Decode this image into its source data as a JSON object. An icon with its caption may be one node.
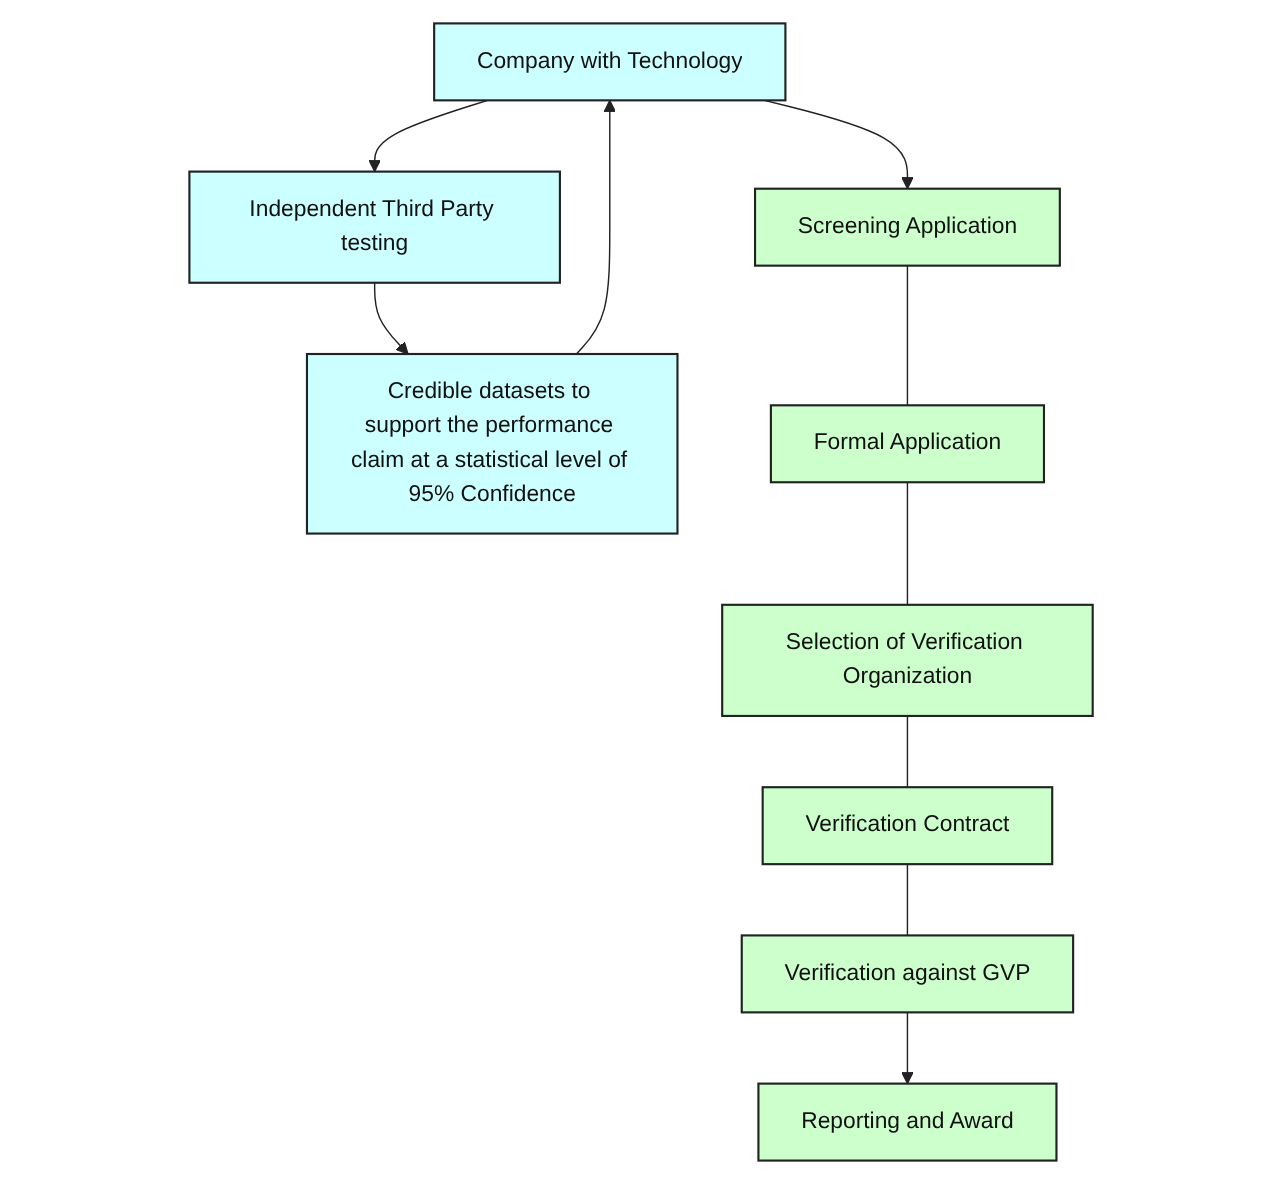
{
  "diagram": {
    "nodes": [
      {
        "text": [
          "Company with Technology"
        ]
      },
      {
        "text": [
          "Independent Third Party testing"
        ]
      },
      {
        "text": [
          "Credible datasets to support the performance claim at a statistical level of 95% Confidence"
        ]
      },
      {
        "text": [
          "Screening Application"
        ]
      },
      {
        "text": [
          "Formal Application"
        ]
      },
      {
        "text": [
          "Selection of Verification Organization"
        ]
      },
      {
        "text": [
          "Verification Contract"
        ]
      },
      {
        "text": [
          "Verification against GVP"
        ]
      },
      {
        "text": [
          "Reporting and Award"
        ]
      }
    ],
    "edges": [
      {
        "from": 0,
        "to": 1,
        "arrow": "to"
      },
      {
        "from": 0,
        "to": 3,
        "arrow": "to"
      },
      {
        "from": 1,
        "to": 2,
        "arrow": "to"
      },
      {
        "from": 2,
        "to": 0,
        "arrow": "to"
      },
      {
        "from": 3,
        "to": 4,
        "arrow": "none"
      },
      {
        "from": 4,
        "to": 5,
        "arrow": "none"
      },
      {
        "from": 5,
        "to": 6,
        "arrow": "none"
      },
      {
        "from": 6,
        "to": 7,
        "arrow": "none"
      },
      {
        "from": 7,
        "to": 8,
        "arrow": "to"
      }
    ]
  }
}
